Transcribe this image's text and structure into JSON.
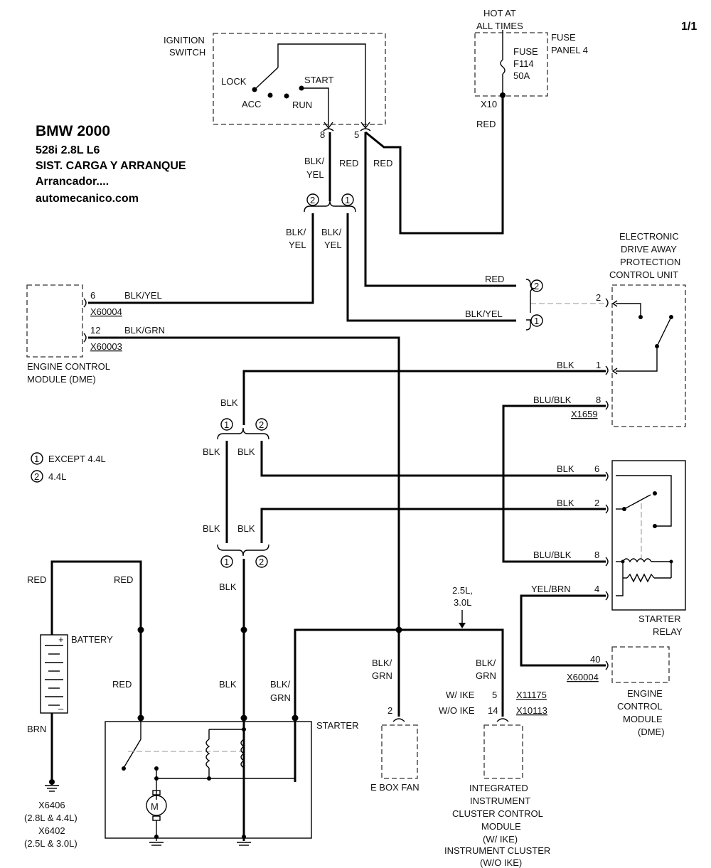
{
  "page_num": "1/1",
  "header": {
    "title": "BMW  2000",
    "model": "528i  2.8L  L6",
    "system": "SIST. CARGA Y ARRANQUE",
    "section": "Arrancador....",
    "site": "automecanico.com"
  },
  "ignition": {
    "label1": "IGNITION",
    "label2": "SWITCH",
    "lock": "LOCK",
    "acc": "ACC",
    "run": "RUN",
    "start": "START",
    "pin8": "8",
    "pin5": "5"
  },
  "fuse": {
    "hot1": "HOT AT",
    "hot2": "ALL TIMES",
    "panel1": "FUSE",
    "panel2": "PANEL 4",
    "name": "FUSE",
    "id": "F114",
    "amps": "50A",
    "conn": "X10",
    "wire": "RED"
  },
  "wires": {
    "blk_yel_a": "BLK/",
    "blk_yel_b": "YEL",
    "red_a": "RED",
    "red_b": "RED",
    "blk_yel_c": "BLK/",
    "blk_yel_d": "YEL",
    "blk_yel_e": "BLK/",
    "blk_yel_f": "YEL",
    "red_ewp": "RED",
    "blkyel_ewp": "BLK/YEL",
    "blk_split": "BLK",
    "blk_l1": "BLK",
    "blk_r1": "BLK",
    "blk_l2": "BLK",
    "blk_r2": "BLK",
    "blk_down": "BLK",
    "blk_starter": "BLK",
    "red_bat_top": "RED",
    "red_bat_top2": "RED",
    "red_down": "RED",
    "brn": "BRN",
    "blkgrn_starter_a": "BLK/",
    "blkgrn_starter_b": "GRN",
    "blkgrn_fan_a": "BLK/",
    "blkgrn_fan_b": "GRN",
    "blkgrn_ike_a": "BLK/",
    "blkgrn_ike_b": "GRN",
    "variant1": "2.5L,",
    "variant2": "3.0L"
  },
  "splice_nums": {
    "one": "1",
    "two": "2"
  },
  "ecm_left": {
    "pin6": "6",
    "w6": "BLK/YEL",
    "c6": "X60004",
    "pin12": "12",
    "w12": "BLK/GRN",
    "c12": "X60003",
    "label1": "ENGINE CONTROL",
    "label2": "MODULE (DME)"
  },
  "legend": {
    "n1": "1",
    "t1": "EXCEPT 4.4L",
    "n2": "2",
    "t2": "4.4L"
  },
  "ewp": {
    "l1": "ELECTRONIC",
    "l2": "DRIVE AWAY",
    "l3": "PROTECTION",
    "l4": "CONTROL UNIT",
    "pin2": "2",
    "pin1": "1",
    "pin8": "8",
    "w1": "BLK",
    "w8": "BLU/BLK",
    "conn": "X1659",
    "n2": "2",
    "n1": "1"
  },
  "relay": {
    "pin6": "6",
    "pin2": "2",
    "pin8": "8",
    "pin4": "4",
    "w6": "BLK",
    "w2": "BLK",
    "w8": "BLU/BLK",
    "w4": "YEL/BRN",
    "l1": "STARTER",
    "l2": "RELAY"
  },
  "ecm_right": {
    "pin": "40",
    "conn": "X60004",
    "l1": "ENGINE",
    "l2": "CONTROL",
    "l3": "MODULE",
    "l4": "(DME)"
  },
  "battery": {
    "label": "BATTERY",
    "plus": "+",
    "minus": "–"
  },
  "ground": {
    "g1": "X6406",
    "g2": "(2.8L & 4.4L)",
    "g3": "X6402",
    "g4": "(2.5L & 3.0L)"
  },
  "starter": {
    "label": "STARTER",
    "motor": "M"
  },
  "fan": {
    "pin": "2",
    "label": "E BOX FAN"
  },
  "ike": {
    "wike": "W/ IKE",
    "woike": "W/O IKE",
    "p5": "5",
    "p14": "14",
    "c1": "X11175",
    "c2": "X10113",
    "l1": "INTEGRATED",
    "l2": "INSTRUMENT",
    "l3": "CLUSTER CONTROL",
    "l4": "MODULE",
    "l5": "(W/ IKE)",
    "l6": "INSTRUMENT CLUSTER",
    "l7": "(W/O IKE)"
  }
}
